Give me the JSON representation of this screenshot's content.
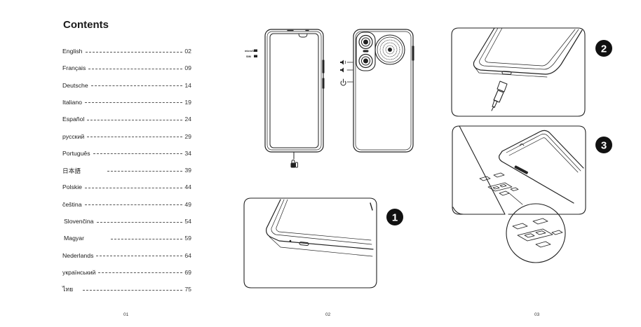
{
  "page": {
    "title": "Contents",
    "page_numbers": [
      "01",
      "02",
      "03"
    ]
  },
  "toc": [
    {
      "lang": "English",
      "page": "02"
    },
    {
      "lang": "Français",
      "page": "09"
    },
    {
      "lang": "Deutsche",
      "page": "14"
    },
    {
      "lang": "Italiano",
      "page": "19"
    },
    {
      "lang": "Español",
      "page": "24"
    },
    {
      "lang": "русский",
      "page": "29"
    },
    {
      "lang": "Português",
      "page": "34"
    },
    {
      "lang": "日本語",
      "page": "39"
    },
    {
      "lang": "Polskie",
      "page": "44"
    },
    {
      "lang": "čeština",
      "page": "49"
    },
    {
      "lang": "Slovenčina",
      "page": "54"
    },
    {
      "lang": "Magyar",
      "page": "59"
    },
    {
      "lang": "Nederlands",
      "page": "64"
    },
    {
      "lang": "український",
      "page": "69"
    },
    {
      "lang": "ไทย",
      "page": "75"
    }
  ],
  "figures": {
    "sim_labels": [
      "microSD",
      "SIM"
    ],
    "steps": [
      "1",
      "2",
      "3"
    ]
  },
  "colors": {
    "ink": "#1a1a1a",
    "line": "#333333",
    "step_badge": "#111111"
  }
}
